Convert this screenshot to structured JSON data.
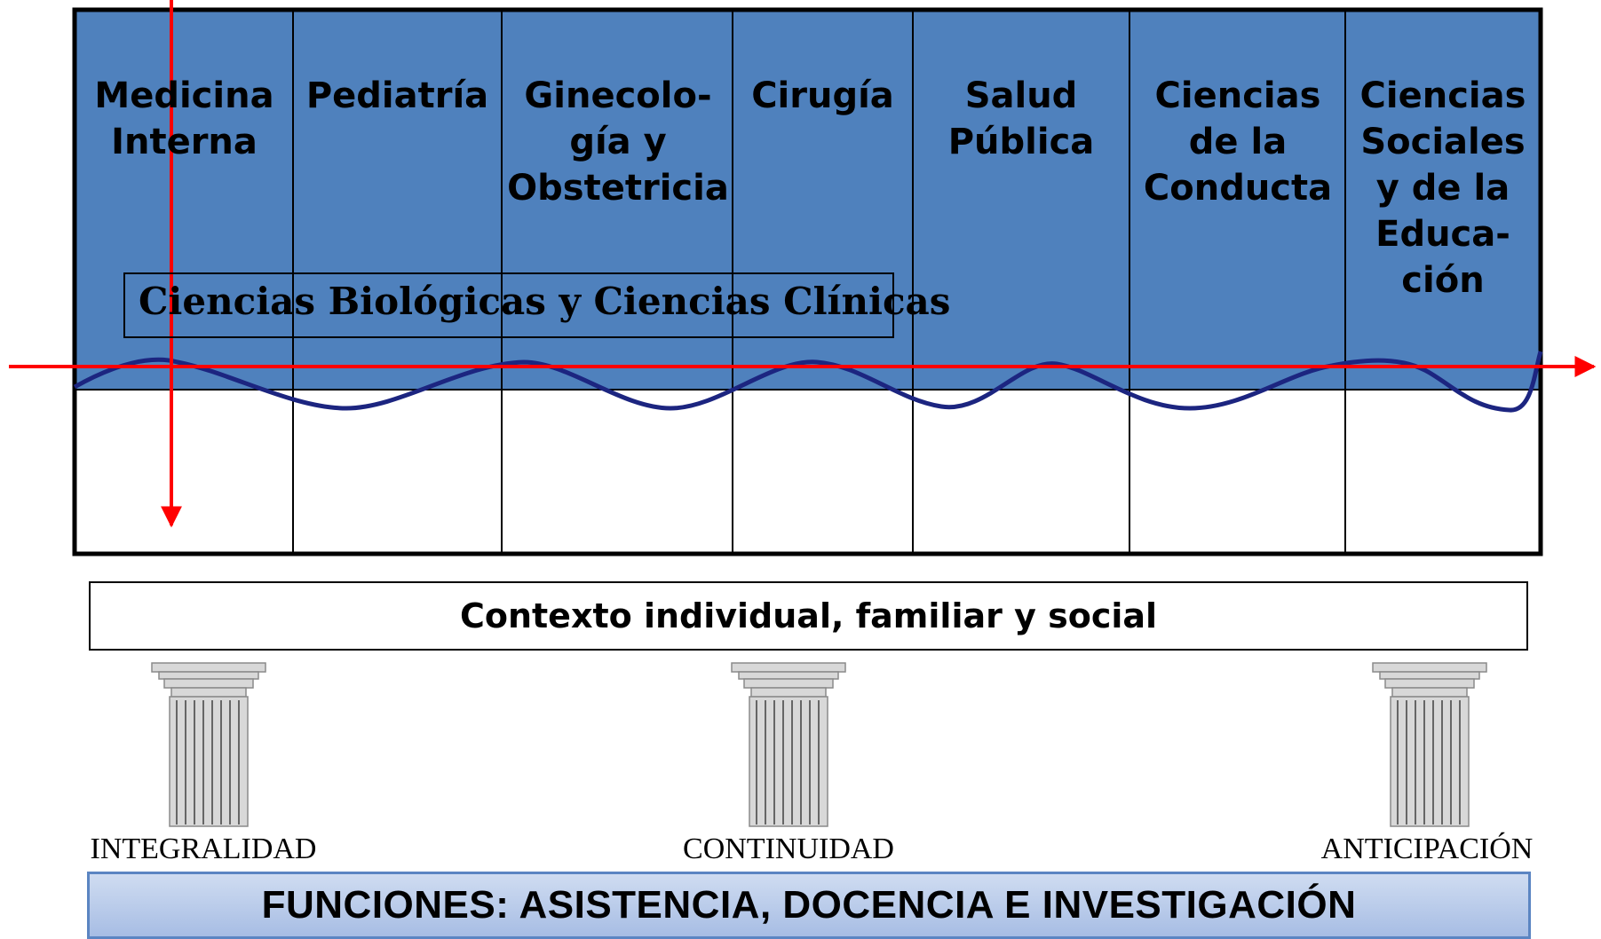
{
  "columns": [
    {
      "id": "medicina-interna",
      "label": "Medicina\nInterna"
    },
    {
      "id": "pediatria",
      "label": "Pediatría"
    },
    {
      "id": "ginecologia",
      "label": "Ginecolo-\ngía y\nObstetricia"
    },
    {
      "id": "cirugia",
      "label": "Cirugía"
    },
    {
      "id": "salud-publica",
      "label": "Salud\nPública"
    },
    {
      "id": "ciencias-conducta",
      "label": "Ciencias\nde la\nConducta"
    },
    {
      "id": "ciencias-sociales",
      "label": "Ciencias\nSociales\ny de la\nEduca-\nción"
    }
  ],
  "overlay_box": {
    "label": "Ciencias Biológicas y Ciencias Clínicas"
  },
  "context_box": {
    "label": "Contexto individual, familiar y social"
  },
  "pillars": [
    {
      "label": "INTEGRALIDAD"
    },
    {
      "label": "CONTINUIDAD"
    },
    {
      "label": "ANTICIPACIÓN"
    }
  ],
  "banner": {
    "label": "FUNCIONES:  ASISTENCIA,  DOCENCIA  E INVESTIGACIÓN"
  },
  "colors": {
    "column_fill": "#4f81bd",
    "arrow": "#ff0000",
    "wave": "#1c2580",
    "banner_border": "#5b85c2"
  }
}
